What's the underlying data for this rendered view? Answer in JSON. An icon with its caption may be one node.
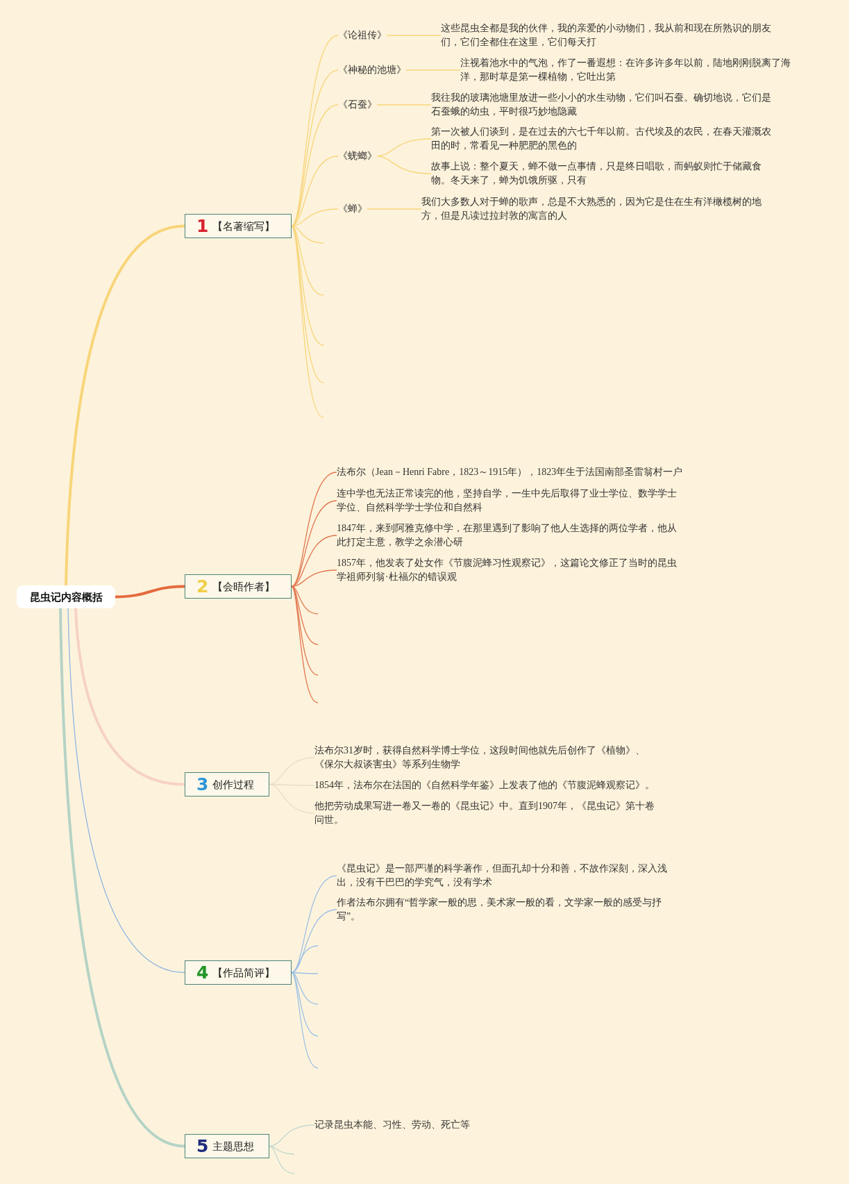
{
  "diagram": {
    "nodes": [
      {
        "text": [
          "昆虫记内容概括"
        ]
      },
      {
        "text": [
          "1",
          "【名著缩写】"
        ]
      },
      {
        "text": [
          "《论祖传》"
        ]
      },
      {
        "text": [
          "这些昆虫全都是我的伙伴，我的亲爱的小动物们，我从前和现在所熟识的朋友们，它们全都住在这里，它们每天打"
        ]
      },
      {
        "text": [
          "《神秘的池塘》"
        ]
      },
      {
        "text": [
          "注视着池水中的气泡，作了一番遐想：在许多许多年以前，陆地刚刚脱离了海洋，那时草是第一棵植物，它吐出第"
        ]
      },
      {
        "text": [
          "《石蚕》"
        ]
      },
      {
        "text": [
          "我往我的玻璃池塘里放进一些小小的水生动物，它们叫石蚕。确切地说，它们是石蚕蛾的幼虫，平时很巧妙地隐藏"
        ]
      },
      {
        "text": [
          "《蜣螂》"
        ]
      },
      {
        "text": [
          "第一次被人们谈到，是在过去的六七千年以前。古代埃及的农民，在春天灌溉农田的时，常看见一种肥肥的黑色的"
        ]
      },
      {
        "text": [
          "故事上说：整个夏天，蝉不做一点事情，只是终日唱歌，而蚂蚁则忙于储藏食物。冬天来了，蝉为饥饿所驱，只有"
        ]
      },
      {
        "text": [
          "《蝉》"
        ]
      },
      {
        "text": [
          "我们大多数人对于蝉的歌声，总是不大熟悉的，因为它是住在生有洋橄榄树的地方，但是凡读过拉封敦的寓言的人"
        ]
      },
      {
        "text": [
          "2",
          "【会晤作者】"
        ]
      },
      {
        "text": [
          "法布尔（Jean－Henri Fabre，1823～1915年），1823年生于法国南部圣雷翁村一户"
        ]
      },
      {
        "text": [
          "连中学也无法正常读完的他，坚持自学，一生中先后取得了业士学位、数学学士学位、自然科学学士学位和自然科"
        ]
      },
      {
        "text": [
          "1847年，来到阿雅克修中学，在那里遇到了影响了他人生选择的两位学者，他从此打定主意，教学之余潜心研"
        ]
      },
      {
        "text": [
          "1857年，他发表了处女作《节腹泥蜂习性观察记》，这篇论文修正了当时的昆虫学祖师列翁·杜福尔的错误观"
        ]
      },
      {
        "text": [
          "3",
          "创作过程"
        ]
      },
      {
        "text": [
          "法布尔31岁时，获得自然科学博士学位，这段时间他就先后创作了《植物》、《保尔大叔谈害虫》等系列生物学"
        ]
      },
      {
        "text": [
          "1854年，法布尔在法国的《自然科学年鉴》上发表了他的《节腹泥蜂观察记》。"
        ]
      },
      {
        "text": [
          "他把劳动成果写进一卷又一卷的《昆虫记》中。直到1907年，《昆虫记》第十卷问世。"
        ]
      },
      {
        "text": [
          "4",
          "【作品简评】"
        ]
      },
      {
        "text": [
          "《昆虫记》是一部严谨的科学著作，但面孔却十分和善，不故作深刻，深入浅出，没有干巴巴的学究气，没有学术"
        ]
      },
      {
        "text": [
          "作者法布尔拥有“哲学家一般的思，美术家一般的看，文学家一般的感受与抒写”。"
        ]
      },
      {
        "text": [
          "5",
          "主题思想"
        ]
      },
      {
        "text": [
          "记录昆虫本能、习性、劳动、死亡等"
        ]
      }
    ],
    "edges": [
      {
        "from": 0,
        "to": 1,
        "arrow": "none",
        "style": "thick"
      },
      {
        "from": 1,
        "to": 2,
        "arrow": "none"
      },
      {
        "from": 2,
        "to": 3,
        "arrow": "none"
      },
      {
        "from": 1,
        "to": 4,
        "arrow": "none"
      },
      {
        "from": 4,
        "to": 5,
        "arrow": "none"
      },
      {
        "from": 1,
        "to": 6,
        "arrow": "none"
      },
      {
        "from": 6,
        "to": 7,
        "arrow": "none"
      },
      {
        "from": 1,
        "to": 8,
        "arrow": "none"
      },
      {
        "from": 8,
        "to": 9,
        "arrow": "none"
      },
      {
        "from": 8,
        "to": 10,
        "arrow": "none"
      },
      {
        "from": 1,
        "to": 11,
        "arrow": "none"
      },
      {
        "from": 11,
        "to": 12,
        "arrow": "none"
      },
      {
        "from": 1,
        "to": null,
        "arrow": "none"
      },
      {
        "from": 1,
        "to": null,
        "arrow": "none"
      },
      {
        "from": 1,
        "to": null,
        "arrow": "none"
      },
      {
        "from": 1,
        "to": null,
        "arrow": "none"
      },
      {
        "from": 1,
        "to": null,
        "arrow": "none"
      },
      {
        "from": 0,
        "to": 13,
        "arrow": "none",
        "style": "thick",
        "color": "#e46a3e"
      },
      {
        "from": 13,
        "to": 14,
        "arrow": "none",
        "color": "#e2764f"
      },
      {
        "from": 13,
        "to": 15,
        "arrow": "none",
        "color": "#e2764f"
      },
      {
        "from": 13,
        "to": 16,
        "arrow": "none",
        "color": "#e2764f"
      },
      {
        "from": 13,
        "to": 17,
        "arrow": "none",
        "color": "#e2764f"
      },
      {
        "from": 13,
        "to": null,
        "arrow": "none",
        "color": "#e2764f"
      },
      {
        "from": 13,
        "to": null,
        "arrow": "none",
        "color": "#e2764f"
      },
      {
        "from": 13,
        "to": null,
        "arrow": "none",
        "color": "#e2764f"
      },
      {
        "from": 13,
        "to": null,
        "arrow": "none",
        "color": "#e2764f"
      },
      {
        "from": 0,
        "to": 18,
        "arrow": "none",
        "style": "thick",
        "color": "#f6d2c4"
      },
      {
        "from": 18,
        "to": 19,
        "arrow": "none",
        "color": "#eadcc6"
      },
      {
        "from": 18,
        "to": 20,
        "arrow": "none",
        "color": "#eadcc6"
      },
      {
        "from": 18,
        "to": 21,
        "arrow": "none",
        "color": "#eadcc6"
      },
      {
        "from": 0,
        "to": 22,
        "arrow": "none",
        "color": "#8fb5e0"
      },
      {
        "from": 22,
        "to": 23,
        "arrow": "none",
        "color": "#9dc1e6"
      },
      {
        "from": 22,
        "to": 24,
        "arrow": "none",
        "color": "#9dc1e6"
      },
      {
        "from": 22,
        "to": null,
        "arrow": "none",
        "color": "#9dc1e6"
      },
      {
        "from": 22,
        "to": null,
        "arrow": "none",
        "color": "#9dc1e6"
      },
      {
        "from": 22,
        "to": null,
        "arrow": "none",
        "color": "#9dc1e6"
      },
      {
        "from": 22,
        "to": null,
        "arrow": "none",
        "color": "#9dc1e6"
      },
      {
        "from": 22,
        "to": null,
        "arrow": "none",
        "color": "#9dc1e6"
      },
      {
        "from": 0,
        "to": 25,
        "arrow": "none",
        "style": "thick",
        "color": "#b5d3c6"
      },
      {
        "from": 25,
        "to": 26,
        "arrow": "none",
        "color": "#c3d9cf"
      },
      {
        "from": 25,
        "to": null,
        "arrow": "none",
        "color": "#c3d9cf"
      },
      {
        "from": 25,
        "to": null,
        "arrow": "none",
        "color": "#c3d9cf"
      }
    ]
  }
}
